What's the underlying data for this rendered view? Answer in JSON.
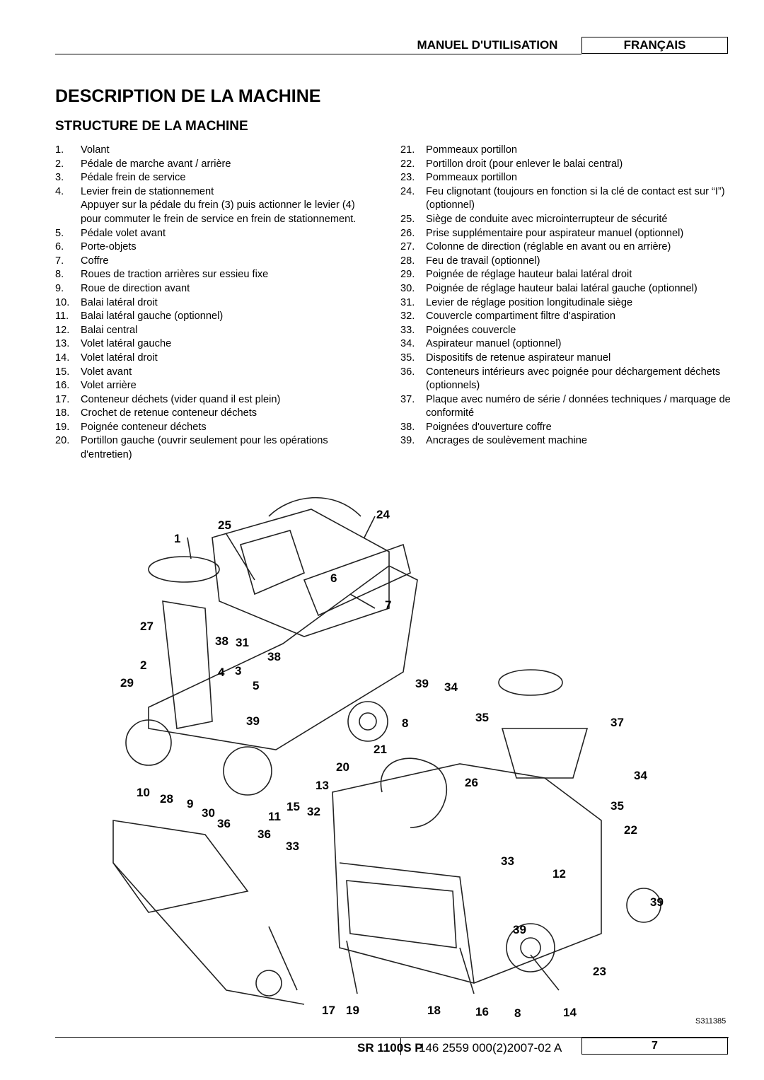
{
  "header": {
    "manual": "MANUEL D'UTILISATION",
    "language": "FRANÇAIS"
  },
  "title": "DESCRIPTION DE LA MACHINE",
  "subtitle": "STRUCTURE DE LA MACHINE",
  "list_left": [
    {
      "num": "1.",
      "text": "Volant"
    },
    {
      "num": "2.",
      "text": "Pédale de marche avant / arrière"
    },
    {
      "num": "3.",
      "text": "Pédale frein de service"
    },
    {
      "num": "4.",
      "text": "Levier frein de stationnement"
    },
    {
      "num": "",
      "text": "Appuyer sur la pédale du frein (3) puis actionner le levier (4) pour commuter le frein de service en frein de stationnement."
    },
    {
      "num": "5.",
      "text": "Pédale volet avant"
    },
    {
      "num": "6.",
      "text": "Porte-objets"
    },
    {
      "num": "7.",
      "text": "Coffre"
    },
    {
      "num": "8.",
      "text": "Roues de traction arrières sur essieu fixe"
    },
    {
      "num": "9.",
      "text": "Roue de direction avant"
    },
    {
      "num": "10.",
      "text": "Balai latéral droit"
    },
    {
      "num": "11.",
      "text": "Balai latéral gauche (optionnel)"
    },
    {
      "num": "12.",
      "text": "Balai central"
    },
    {
      "num": "13.",
      "text": "Volet latéral gauche"
    },
    {
      "num": "14.",
      "text": "Volet latéral droit"
    },
    {
      "num": "15.",
      "text": "Volet avant"
    },
    {
      "num": "16.",
      "text": "Volet arrière"
    },
    {
      "num": "17.",
      "text": "Conteneur déchets (vider quand il est plein)"
    },
    {
      "num": "18.",
      "text": "Crochet de retenue conteneur déchets"
    },
    {
      "num": "19.",
      "text": "Poignée conteneur déchets"
    },
    {
      "num": "20.",
      "text": "Portillon gauche (ouvrir seulement pour les opérations d'entretien)"
    }
  ],
  "list_right": [
    {
      "num": "21.",
      "text": "Pommeaux portillon"
    },
    {
      "num": "22.",
      "text": "Portillon droit (pour enlever le balai central)"
    },
    {
      "num": "23.",
      "text": "Pommeaux portillon"
    },
    {
      "num": "24.",
      "text": "Feu clignotant (toujours en fonction si la clé de contact est sur “I”) (optionnel)"
    },
    {
      "num": "25.",
      "text": "Siège de conduite avec microinterrupteur de sécurité"
    },
    {
      "num": "26.",
      "text": "Prise supplémentaire pour aspirateur manuel (optionnel)"
    },
    {
      "num": "27.",
      "text": "Colonne de direction (réglable en avant ou en arrière)"
    },
    {
      "num": "28.",
      "text": "Feu de travail (optionnel)"
    },
    {
      "num": "29.",
      "text": "Poignée de réglage hauteur balai latéral droit"
    },
    {
      "num": "30.",
      "text": "Poignée de réglage hauteur balai latéral gauche (optionnel)"
    },
    {
      "num": "31.",
      "text": "Levier de réglage position longitudinale siège"
    },
    {
      "num": "32.",
      "text": "Couvercle compartiment filtre d'aspiration"
    },
    {
      "num": "33.",
      "text": "Poignées couvercle"
    },
    {
      "num": "34.",
      "text": "Aspirateur manuel (optionnel)"
    },
    {
      "num": "35.",
      "text": "Dispositifs de retenue aspirateur manuel"
    },
    {
      "num": "36.",
      "text": "Conteneurs intérieurs avec poignée pour déchargement déchets (optionnels)"
    },
    {
      "num": "37.",
      "text": "Plaque avec numéro de série / données techniques / marquage de conformité"
    },
    {
      "num": "38.",
      "text": "Poignées d'ouverture coffre"
    },
    {
      "num": "39.",
      "text": "Ancrages de soulèvement machine"
    }
  ],
  "callouts": [
    "24",
    "25",
    "1",
    "6",
    "7",
    "27",
    "38",
    "31",
    "38",
    "2",
    "4",
    "3",
    "29",
    "5",
    "39",
    "34",
    "8",
    "35",
    "37",
    "39",
    "21",
    "20",
    "34",
    "26",
    "13",
    "10",
    "28",
    "9",
    "15",
    "32",
    "30",
    "11",
    "36",
    "35",
    "36",
    "22",
    "33",
    "33",
    "12",
    "39",
    "39",
    "23",
    "17",
    "19",
    "18",
    "16",
    "8",
    "14"
  ],
  "figure_code": "S311385",
  "footer": {
    "model": "SR 1100S P",
    "code": "146 2559 000(2)2007-02 A",
    "page": "7"
  }
}
